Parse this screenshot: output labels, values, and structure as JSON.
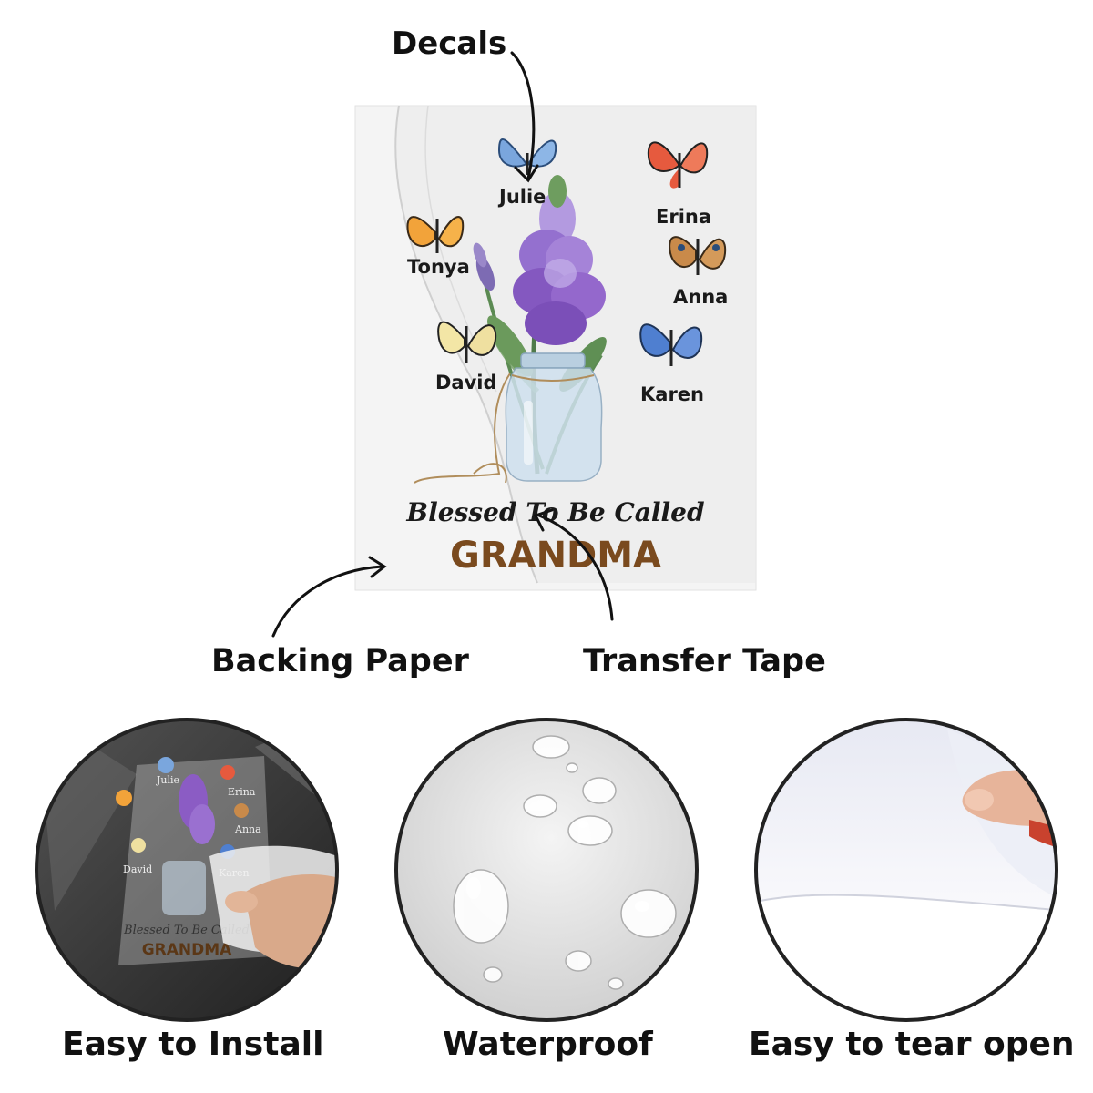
{
  "callouts": {
    "decals": "Decals",
    "backing_paper": "Backing Paper",
    "transfer_tape": "Transfer Tape"
  },
  "decal": {
    "names": [
      "Julie",
      "Erina",
      "Tonya",
      "Anna",
      "David",
      "Karen"
    ],
    "tagline": "Blessed To Be Called",
    "title": "GRANDMA"
  },
  "features": [
    {
      "label": "Easy to Install"
    },
    {
      "label": "Waterproof"
    },
    {
      "label": "Easy to tear open"
    }
  ],
  "colors": {
    "flower": "#8b5cc4",
    "title": "#7a4a1e",
    "jar": "#cfe0ee"
  }
}
